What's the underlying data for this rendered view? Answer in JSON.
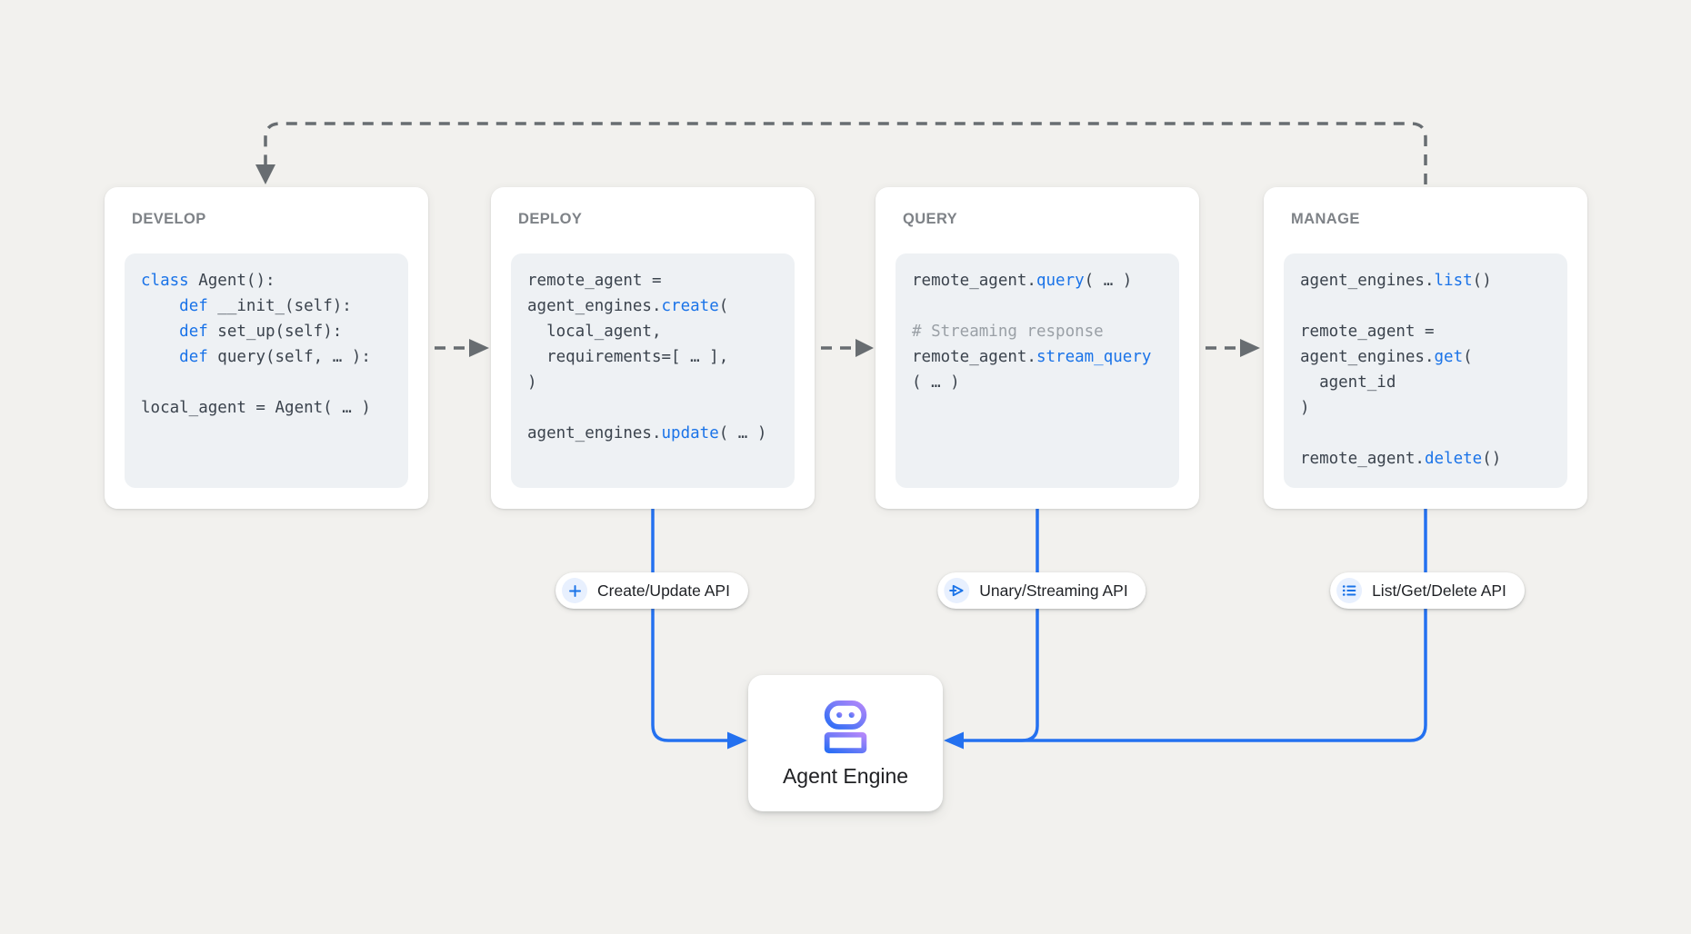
{
  "colors": {
    "canvas_bg": "#f2f1ee",
    "card_bg": "#ffffff",
    "code_bg": "#eef1f4",
    "title_color": "#7e8287",
    "code_text": "#3b434d",
    "keyword": "#1a73e8",
    "comment": "#9aa0a6",
    "dashed_line": "#686d71",
    "connector": "#2471f0",
    "chip_bg": "#e8f0fe",
    "chip_icon": "#1a73e8",
    "pill_text": "#1f2125",
    "engine_text": "#202124",
    "robot_purple": "#b287fa",
    "robot_blue": "#2b6ef5"
  },
  "cards": [
    {
      "title": "DEVELOP",
      "lines": [
        [
          [
            "kw",
            "class"
          ],
          [
            "pl",
            " Agent():"
          ]
        ],
        [
          [
            "pl",
            "    "
          ],
          [
            "kw",
            "def"
          ],
          [
            "pl",
            " __init_(self):"
          ]
        ],
        [
          [
            "pl",
            "    "
          ],
          [
            "kw",
            "def"
          ],
          [
            "pl",
            " set_up(self):"
          ]
        ],
        [
          [
            "pl",
            "    "
          ],
          [
            "kw",
            "def"
          ],
          [
            "pl",
            " query(self, … ):"
          ]
        ],
        [],
        [
          [
            "pl",
            "local_agent = Agent( … )"
          ]
        ]
      ]
    },
    {
      "title": "DEPLOY",
      "lines": [
        [
          [
            "pl",
            "remote_agent ="
          ]
        ],
        [
          [
            "pl",
            "agent_engines."
          ],
          [
            "fn",
            "create"
          ],
          [
            "pl",
            "("
          ]
        ],
        [
          [
            "pl",
            "  local_agent,"
          ]
        ],
        [
          [
            "pl",
            "  requirements=[ … ],"
          ]
        ],
        [
          [
            "pl",
            ")"
          ]
        ],
        [],
        [
          [
            "pl",
            "agent_engines."
          ],
          [
            "fn",
            "update"
          ],
          [
            "pl",
            "( … )"
          ]
        ]
      ]
    },
    {
      "title": "QUERY",
      "lines": [
        [
          [
            "pl",
            "remote_agent."
          ],
          [
            "fn",
            "query"
          ],
          [
            "pl",
            "( … )"
          ]
        ],
        [],
        [
          [
            "cm",
            "# Streaming response"
          ]
        ],
        [
          [
            "pl",
            "remote_agent."
          ],
          [
            "fn",
            "stream_query"
          ]
        ],
        [
          [
            "pl",
            "( … )"
          ]
        ]
      ]
    },
    {
      "title": "MANAGE",
      "lines": [
        [
          [
            "pl",
            "agent_engines."
          ],
          [
            "fn",
            "list"
          ],
          [
            "pl",
            "()"
          ]
        ],
        [],
        [
          [
            "pl",
            "remote_agent ="
          ]
        ],
        [
          [
            "pl",
            "agent_engines."
          ],
          [
            "fn",
            "get"
          ],
          [
            "pl",
            "("
          ]
        ],
        [
          [
            "pl",
            "  agent_id"
          ]
        ],
        [
          [
            "pl",
            ")"
          ]
        ],
        [],
        [
          [
            "pl",
            "remote_agent."
          ],
          [
            "fn",
            "delete"
          ],
          [
            "pl",
            "()"
          ]
        ]
      ]
    }
  ],
  "pills": [
    {
      "label": "Create/Update API",
      "icon": "plus-icon"
    },
    {
      "label": "Unary/Streaming API",
      "icon": "send-icon"
    },
    {
      "label": "List/Get/Delete API",
      "icon": "list-icon"
    }
  ],
  "engine": {
    "label": "Agent Engine",
    "icon": "robot-icon"
  }
}
